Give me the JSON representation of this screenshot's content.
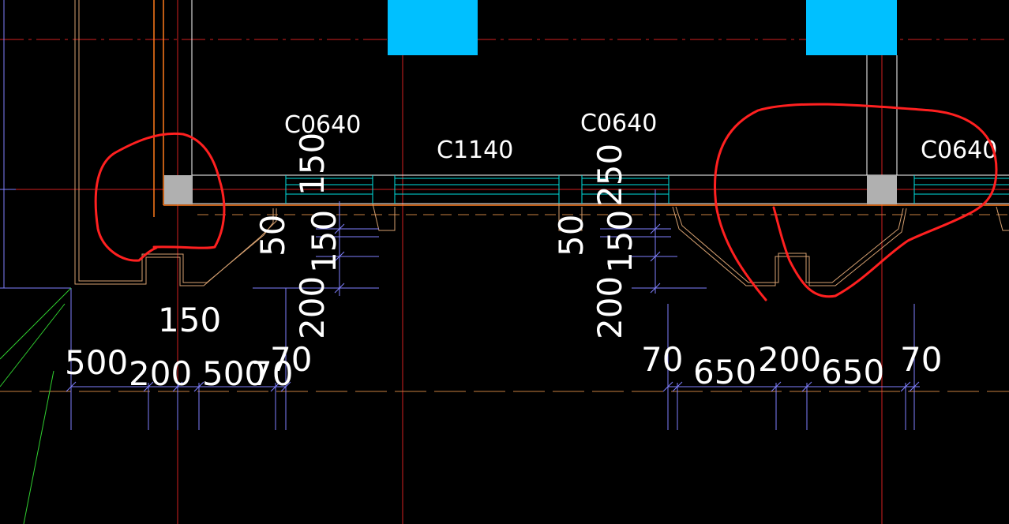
{
  "colors": {
    "background": "#000000",
    "grid_axis": "#d42020",
    "dimension_line": "#8080ff",
    "wall": "#ffffff",
    "slab_edge": "#ff7a1a",
    "window": "#00e0e0",
    "column_fill": "#00c0ff",
    "column_section": "#b0b0b0",
    "ledge_outline": "#d6a070",
    "markup": "#ff2020",
    "leader": "#30d030"
  },
  "window_labels": [
    "C0640",
    "C1140",
    "C0640",
    "C0640"
  ],
  "vertical_dimensions": {
    "left_top": "150",
    "left_top_b": "150",
    "left_bottom": "200",
    "left_side": "50",
    "right_top": "250",
    "right_top_b": "150",
    "right_bottom": "200",
    "right_side": "50"
  },
  "horizontal_dimensions": {
    "ledge_label": "150",
    "left": [
      "500",
      "200",
      "500",
      "70",
      "70"
    ],
    "right": [
      "70",
      "650",
      "200",
      "650",
      "70"
    ]
  },
  "annotations": [
    "hand-drawn-circle-left",
    "hand-drawn-circle-right"
  ]
}
